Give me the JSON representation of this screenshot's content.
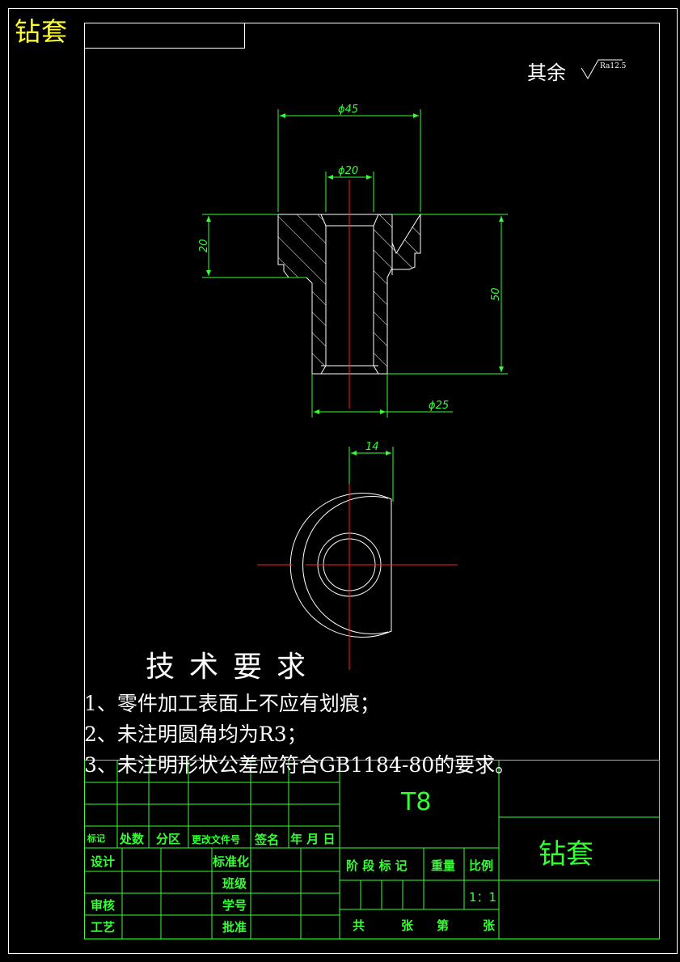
{
  "part_name": "钻套",
  "surface_note": {
    "prefix": "其余",
    "roughness": "Ra12.5"
  },
  "dimensions": {
    "outer_diameter": "ϕ45",
    "bore_diameter": "ϕ20",
    "flange_height": "20",
    "total_length": "50",
    "shank_diameter": "ϕ25",
    "flat_distance": "14"
  },
  "tech_requirements": {
    "title": "技术要求",
    "items": [
      "1、零件加工表面上不应有划痕；",
      "2、未注明圆角均为R3；",
      "3、未注明形状公差应符合GB1184-80的要求。"
    ]
  },
  "title_block": {
    "material": "T8",
    "drawing_name": "钻套",
    "row_labels": [
      "标记",
      "处数",
      "分区",
      "更改文件号",
      "签名",
      "年 月 日"
    ],
    "design": "设计",
    "standardize": "标准化",
    "class": "班级",
    "student_id": "学号",
    "review": "审核",
    "process": "工艺",
    "approve": "批准",
    "stage_mark": "阶 段 标 记",
    "weight": "重量",
    "scale_label": "比例",
    "scale_value": "1：1",
    "sheet_total": "共",
    "sheet_unit1": "张",
    "sheet_of": "第",
    "sheet_unit2": "张"
  },
  "colors": {
    "background": "#000000",
    "outline": "#ffffff",
    "dimension": "#33ff33",
    "centerline": "#ff2020",
    "title": "#ffff33"
  }
}
